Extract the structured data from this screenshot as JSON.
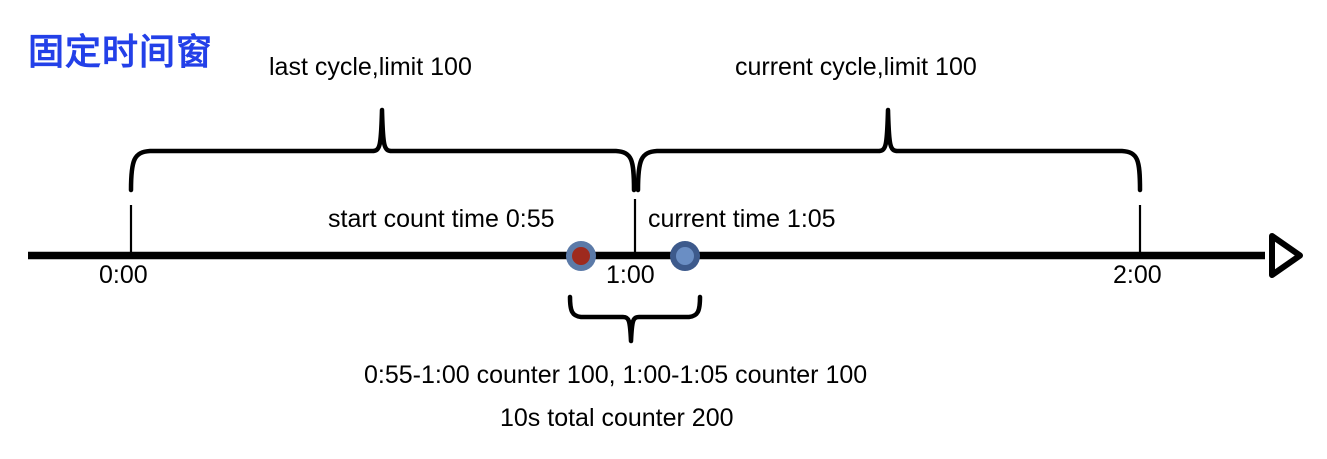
{
  "title": "固定时间窗",
  "title_color": "#2340e8",
  "axis": {
    "color": "#000000",
    "arrow_icon": "arrow-right-triangle-outline",
    "ticks": [
      {
        "label": "0:00",
        "time": "0:00"
      },
      {
        "label": "1:00",
        "time": "1:00"
      },
      {
        "label": "2:00",
        "time": "2:00"
      }
    ]
  },
  "cycles": [
    {
      "label": "last cycle,limit 100",
      "name": "last-cycle",
      "limit": 100
    },
    {
      "label": "current cycle,limit 100",
      "name": "current-cycle",
      "limit": 100
    }
  ],
  "markers": [
    {
      "label": "start count time 0:55",
      "name": "start-count-time",
      "time": "0:55",
      "fill": "#9e2a1e",
      "ring": "#4a6punk"
    },
    {
      "label": "current time 1:05",
      "name": "current-time",
      "time": "1:05",
      "fill": "#6a8ec4",
      "ring": "#3d5a8c"
    }
  ],
  "summary": {
    "counters_line": "0:55-1:00 counter 100, 1:00-1:05 counter 100",
    "total_line": "10s total counter 200",
    "window_seconds": 10,
    "total_counter": 200,
    "segments": [
      {
        "range": "0:55-1:00",
        "counter": 100
      },
      {
        "range": "1:00-1:05",
        "counter": 100
      }
    ]
  }
}
